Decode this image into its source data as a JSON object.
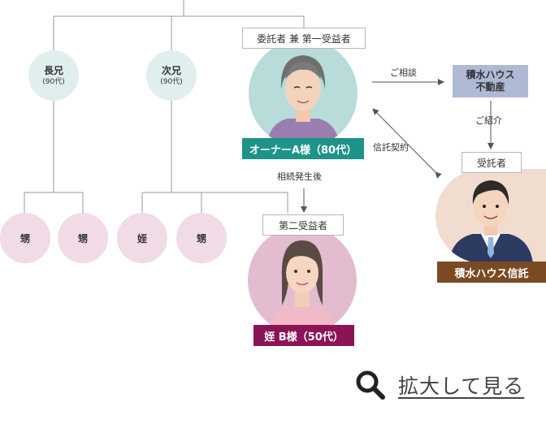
{
  "colors": {
    "line": "#9a9a9a",
    "parent_circle": "#e1eeee",
    "child_circle": "#f0dbe6",
    "owner_circle": "#b7dcd9",
    "heir_circle": "#e3bcd0",
    "trustee_circle": "#f1ddd0",
    "owner_band": "#1d938a",
    "heir_band": "#8b1456",
    "trustee_band": "#7a4a22",
    "company_box": "#aeb9d4"
  },
  "siblings": [
    {
      "name": "長兄",
      "age": "(90代)"
    },
    {
      "name": "次兄",
      "age": "(90代)"
    }
  ],
  "children": [
    "甥",
    "甥",
    "姪",
    "甥"
  ],
  "owner": {
    "role": "委託者 兼 第一受益者",
    "name": "オーナーA様（80代）",
    "icon": "elderly-woman-icon"
  },
  "heir": {
    "role": "第二受益者",
    "name": "姪 B様（50代）",
    "icon": "woman-icon"
  },
  "trustee": {
    "role": "受託者",
    "name": "積水ハウス信託",
    "icon": "businessman-icon"
  },
  "company": {
    "line1": "積水ハウス",
    "line2": "不動産"
  },
  "relations": {
    "consult": "ご相談",
    "introduce": "ご紹介",
    "trust_contract": "信託契約",
    "after_inheritance": "相続発生後"
  },
  "zoom": {
    "label": "拡大して見る",
    "icon": "search-icon"
  }
}
